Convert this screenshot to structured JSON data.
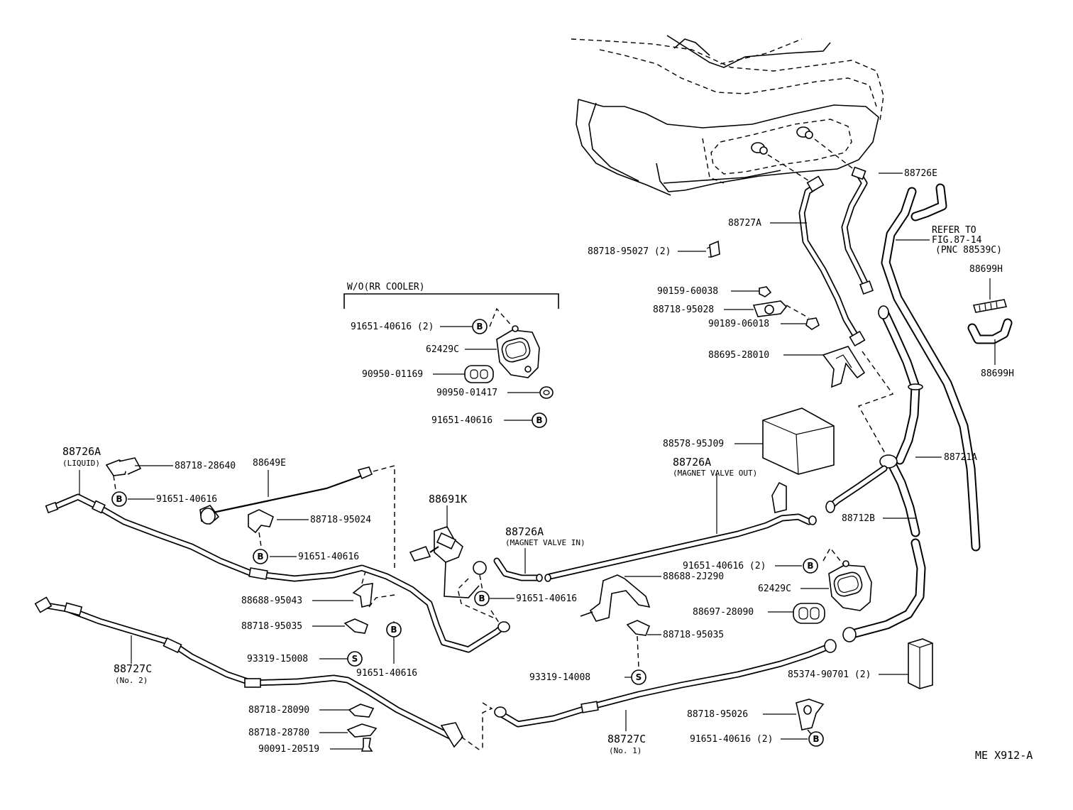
{
  "diagram_id": "ME  X912-A",
  "section_title": "W/O(RR COOLER)",
  "refer_note": [
    "REFER TO",
    "FIG.87-14",
    "(PNC 88539C)"
  ],
  "labels": {
    "p88726E": "88726E",
    "p88727A": "88727A",
    "p88718_95027": "88718-95027 (2)",
    "p88699H_a": "88699H",
    "p88699H_b": "88699H",
    "p90159_60038": "90159-60038",
    "p88718_95028": "88718-95028",
    "p90189_06018": "90189-06018",
    "p88695_28010": "88695-28010",
    "p91651_40616_2a": "91651-40616 (2)",
    "p62429C_a": "62429C",
    "p90950_01169": "90950-01169",
    "p90950_01417": "90950-01417",
    "p91651_40616a": "91651-40616",
    "p88578_95J09": "88578-95J09",
    "p88721A": "88721A",
    "p88726A_out": "88726A",
    "p88726A_out_sub": "(MAGNET VALVE OUT)",
    "p88712B": "88712B",
    "p88726A_liq": "88726A",
    "p88726A_liq_sub": "(LIQUID)",
    "p88718_28640": "88718-28640",
    "p88649E": "88649E",
    "p91651_40616b": "91651-40616",
    "p88718_95024": "88718-95024",
    "p91651_40616c": "91651-40616",
    "p88691K": "88691K",
    "p88726A_in": "88726A",
    "p88726A_in_sub": "(MAGNET VALVE IN)",
    "p91651_40616_2b": "91651-40616 (2)",
    "p88688_2J290": "88688-2J290",
    "p62429C_b": "62429C",
    "p88697_28090": "88697-28090",
    "p88688_95043": "88688-95043",
    "p91651_40616d": "91651-40616",
    "p88718_95035a": "88718-95035",
    "p88718_95035b": "88718-95035",
    "p93319_15008": "93319-15008",
    "p91651_40616e": "91651-40616",
    "p88727C_2": "88727C",
    "p88727C_2_sub": "(No. 2)",
    "p93319_14008": "93319-14008",
    "p85374_90701": "85374-90701 (2)",
    "p88718_28090": "88718-28090",
    "p88718_28780": "88718-28780",
    "p90091_20519": "90091-20519",
    "p88718_95026": "88718-95026",
    "p88727C_1": "88727C",
    "p88727C_1_sub": "(No. 1)",
    "p91651_40616_2c": "91651-40616 (2)"
  },
  "symbols": {
    "bolt": "B",
    "screw": "S"
  }
}
